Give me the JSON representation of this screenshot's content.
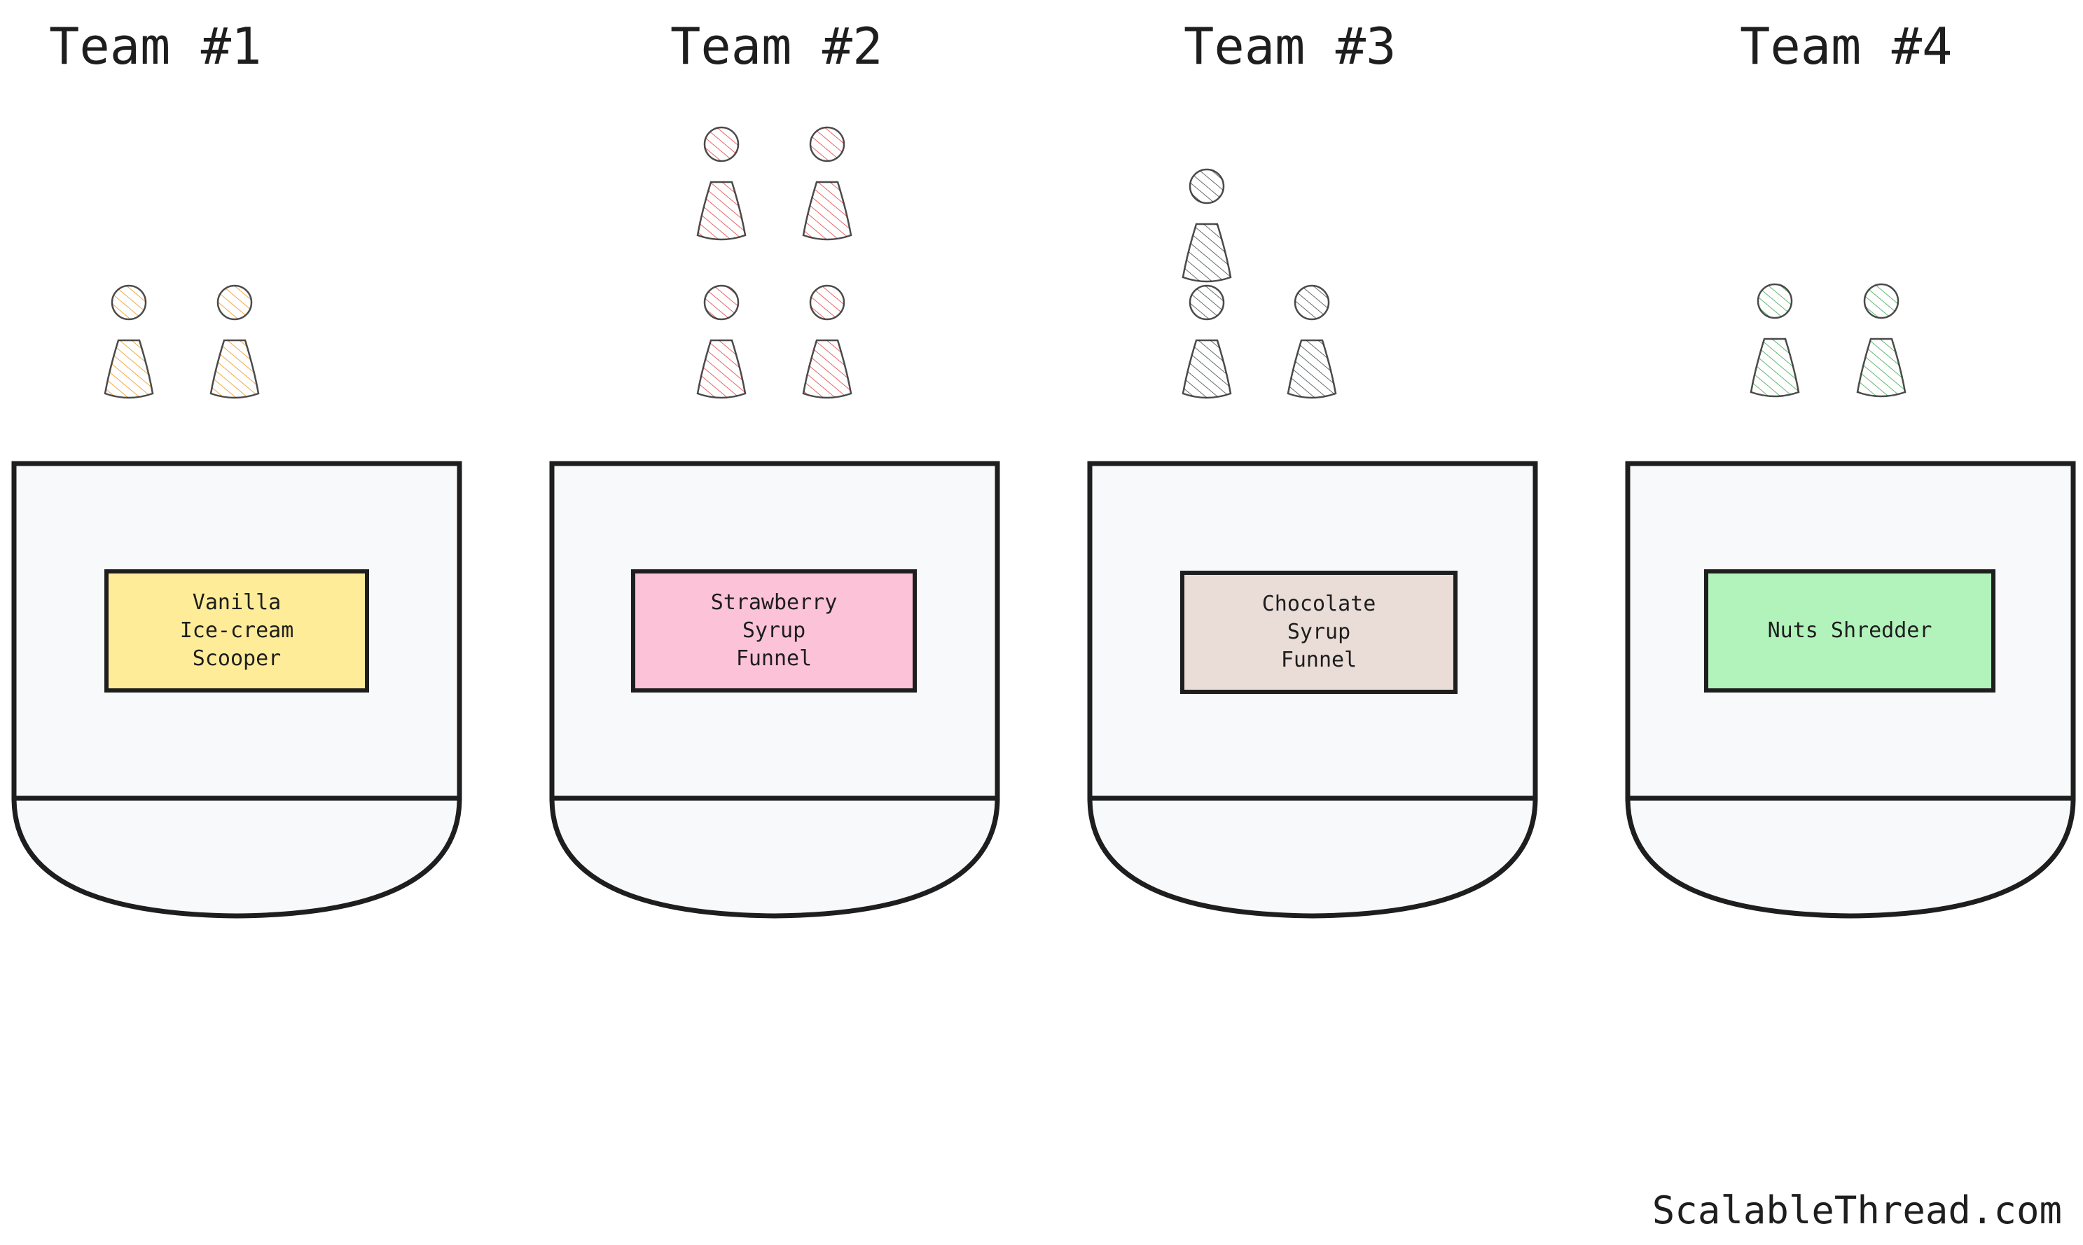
{
  "teams": [
    {
      "title": "Team #1",
      "tool": "Vanilla\nIce-cream\nScooper",
      "tool_color": "#ffec99",
      "member_color": "#f08c00",
      "members": 2
    },
    {
      "title": "Team #2",
      "tool": "Strawberry\nSyrup\nFunnel",
      "tool_color": "#fcc2d7",
      "member_color": "#e03131",
      "members": 4
    },
    {
      "title": "Team #3",
      "tool": "Chocolate\nSyrup\nFunnel",
      "tool_color": "#eaddd7",
      "member_color": "#343a40",
      "members": 3
    },
    {
      "title": "Team #4",
      "tool": "Nuts Shredder",
      "tool_color": "#b2f2bb",
      "member_color": "#2f9e44",
      "members": 2
    }
  ],
  "colors": {
    "stroke": "#1e1e1e",
    "station_fill": "#f8f9fa"
  },
  "watermark": "ScalableThread.com"
}
